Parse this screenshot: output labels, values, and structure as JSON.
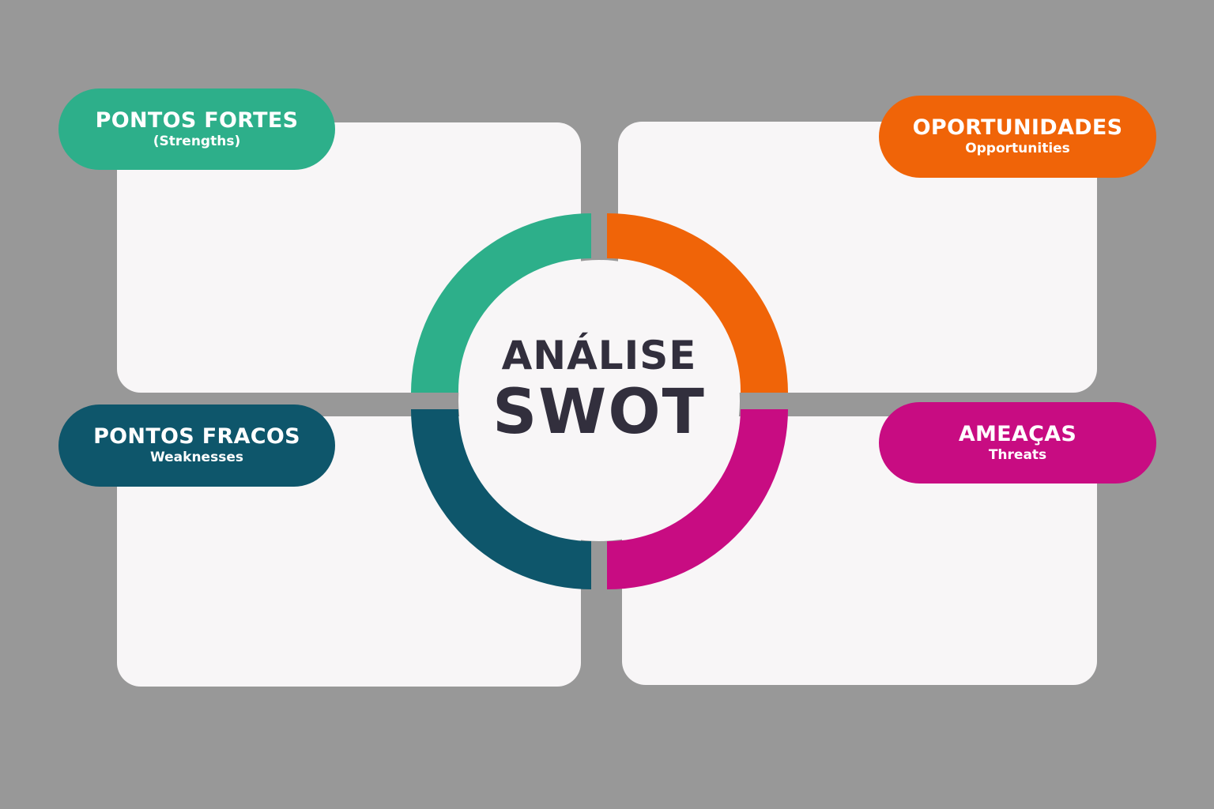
{
  "center": {
    "line1": "ANÁLISE",
    "line2": "SWOT",
    "text_color": "#322f3d"
  },
  "quadrants": {
    "strengths": {
      "title": "PONTOS FORTES",
      "subtitle": "(Strengths)",
      "color": "#2daf8a"
    },
    "opportunities": {
      "title": "OPORTUNIDADES",
      "subtitle": "Opportunities",
      "color": "#f06408"
    },
    "weaknesses": {
      "title": "PONTOS FRACOS",
      "subtitle": "Weaknesses",
      "color": "#0e566b"
    },
    "threats": {
      "title": "AMEAÇAS",
      "subtitle": "Threats",
      "color": "#c80c82"
    }
  },
  "colors": {
    "background": "#989898",
    "card": "#f8f6f7"
  }
}
